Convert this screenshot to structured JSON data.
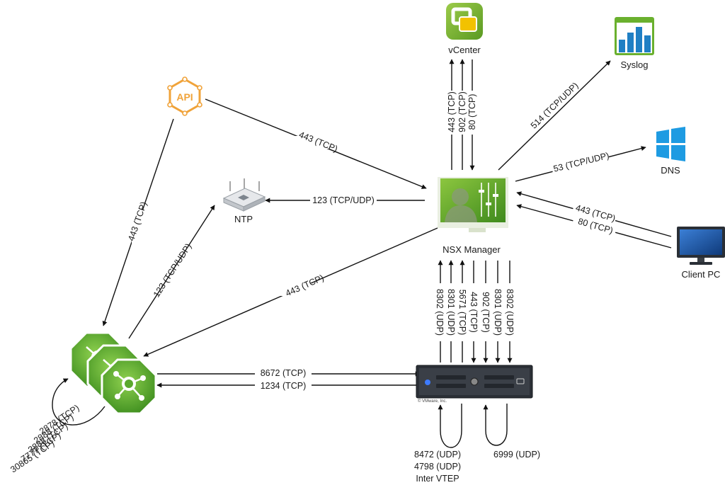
{
  "nodes": {
    "vcenter": "vCenter",
    "syslog": "Syslog",
    "api": "API",
    "dns": "DNS",
    "ntp": "NTP",
    "nsx_manager": "NSX Manager",
    "client_pc": "Client PC",
    "server_copyright": "© VMware, Inc."
  },
  "edges": {
    "api_to_manager": "443 (TCP)",
    "manager_to_ntp": "123 (TCP/UDP)",
    "api_to_cluster": "443 (TCP)",
    "cluster_to_ntp": "123 (TCP/UDP)",
    "manager_to_cluster": "443 (TCP)",
    "cluster_to_server": "8672 (TCP)",
    "server_to_cluster": "1234 (TCP)",
    "vcenter_ports": [
      "443 (TCP)",
      "902 (TCP)",
      "80 (TCP)"
    ],
    "syslog": "514 (TCP/UDP)",
    "dns": "53 (TCP/UDP)",
    "client_ports": [
      "443 (TCP)",
      "80 (TCP)"
    ],
    "server_manager_ports": [
      "8302 (UDP)",
      "8301 (UDP)",
      "5671 (TCP)",
      "443 (TCP)",
      "902 (TCP)",
      "8301 (UDP)",
      "8302 (UDP)"
    ],
    "cluster_loop_ports": [
      "2878 (TCP)",
      "2888 (TCP)",
      "3888 (TCP)",
      "7777 (TCP)",
      "30865 (TCP)"
    ],
    "vtep_ports": [
      "8472 (UDP)",
      "4798 (UDP)",
      "Inter VTEP"
    ],
    "udp_loop": "6999 (UDP)"
  },
  "colors": {
    "vmware_green": "#6ab02e",
    "vmware_dark_green": "#3d7a1a",
    "syslog_blue": "#1f7fc4",
    "dns_blue": "#1e9be2",
    "api_orange": "#f0a33a",
    "monitor_blue": "#1d4f9c",
    "server_dark": "#2b2f36"
  },
  "icons": [
    "vcenter-icon",
    "syslog-icon",
    "api-icon",
    "dns-icon",
    "ntp-router-icon",
    "nsx-manager-icon",
    "client-pc-icon",
    "edge-cluster-icon",
    "server-icon"
  ]
}
